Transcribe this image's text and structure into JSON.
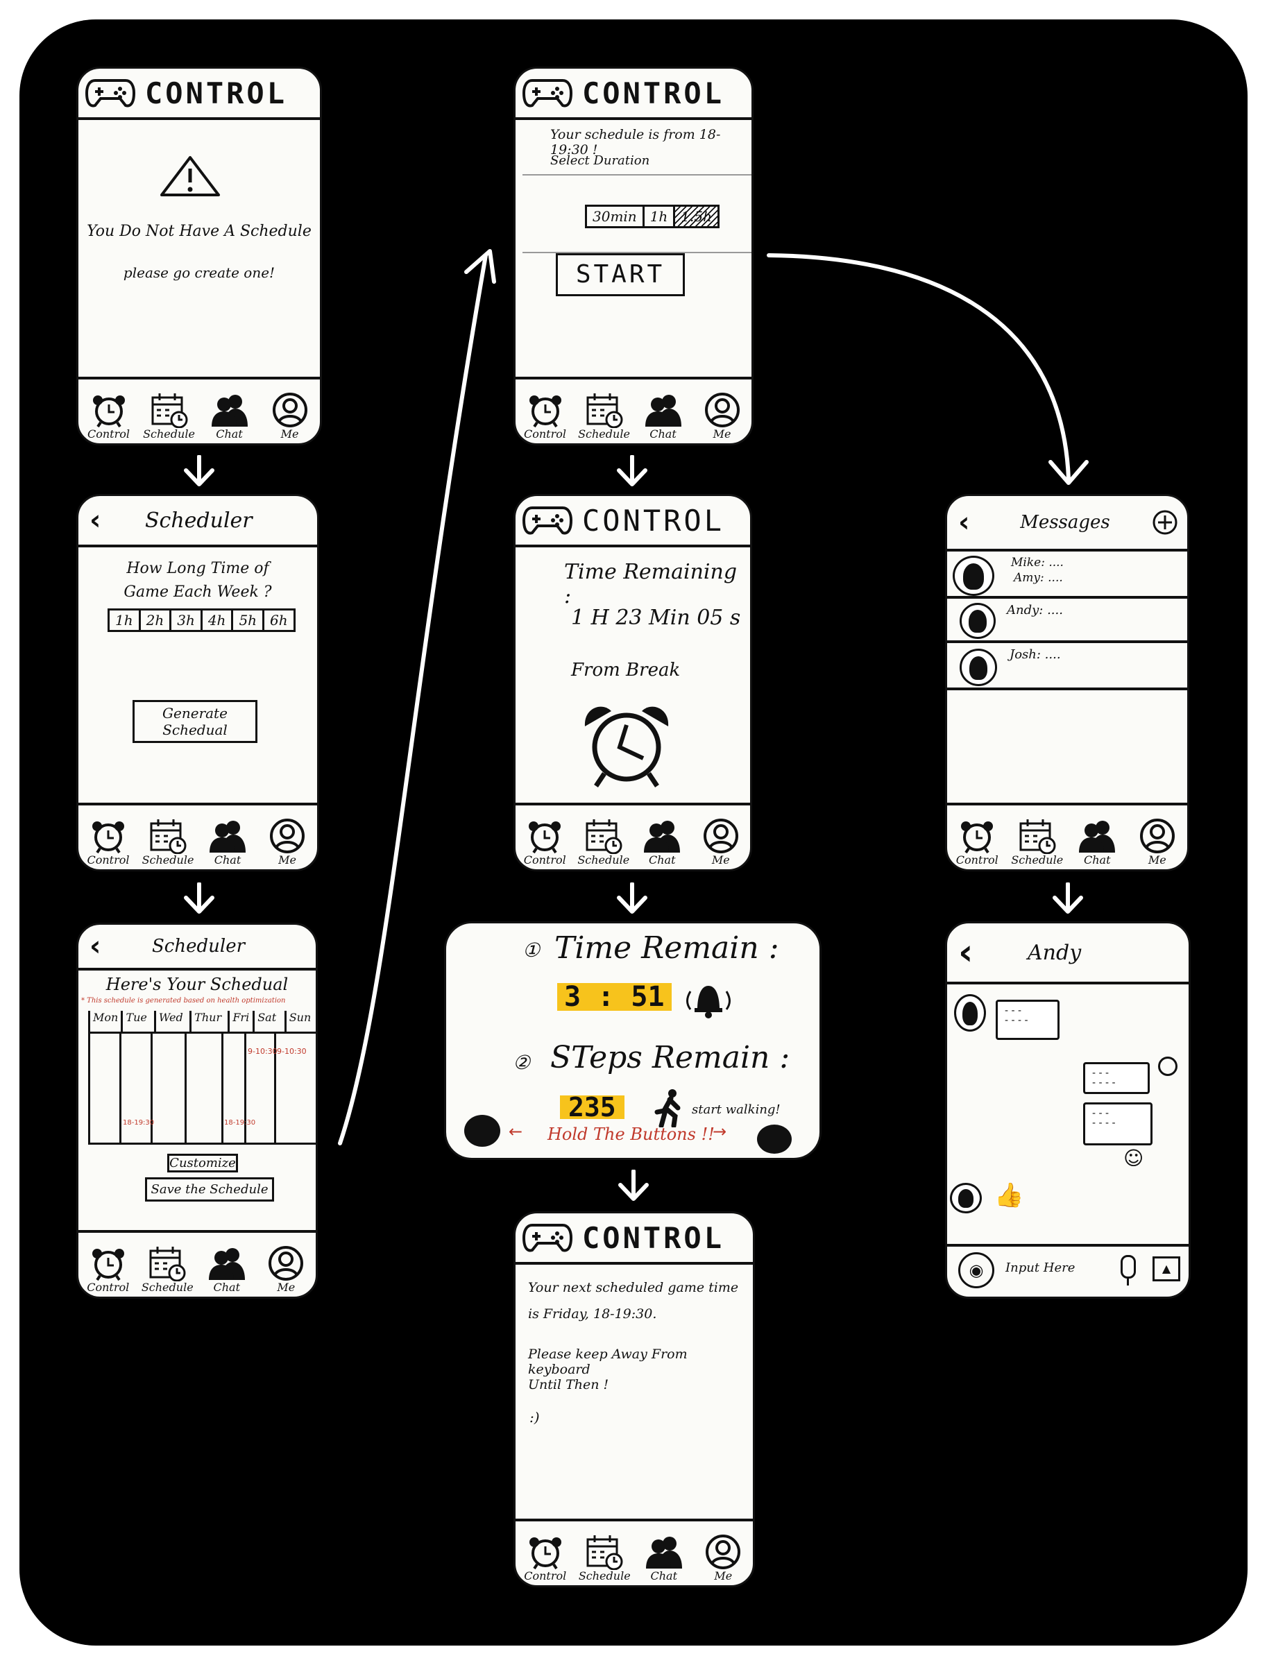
{
  "app_title": "CONTROL",
  "nav": {
    "control": "Control",
    "schedule": "Schedule",
    "chat": "Chat",
    "me": "Me"
  },
  "screen1": {
    "message": "You Do Not Have A Schedule",
    "sub": "please go create one!"
  },
  "screen2": {
    "title": "Scheduler",
    "question_line1": "How Long Time of",
    "question_line2": "Game Each Week ?",
    "options": [
      "1h",
      "2h",
      "3h",
      "4h",
      "5h",
      "6h"
    ],
    "button": "Generate Schedual"
  },
  "screen3": {
    "title": "Scheduler",
    "heading": "Here's Your Schedual",
    "note": "* This schedule is generated based on health optimization",
    "days": [
      "Mon",
      "Tue",
      "Wed",
      "Thur",
      "Fri",
      "Sat",
      "Sun"
    ],
    "slot_a": "9-10:30",
    "slot_b": "9-10:30",
    "slot_c": "18-19:30",
    "slot_d": "18-19:30",
    "customize": "Customize",
    "save": "Save the Schedule"
  },
  "screen4": {
    "line1": "Your schedule is from 18-19:30 !",
    "line2": "Select Duration",
    "durations": [
      "30min",
      "1h",
      "1.5h"
    ],
    "selected_duration": "1.5h",
    "start": "START"
  },
  "screen5": {
    "label": "Time Remaining :",
    "time": "1 H 23 Min 05 s",
    "from": "From Break"
  },
  "screen6": {
    "num1": "①",
    "time_label": "Time Remain :",
    "time_value": "3 : 51",
    "num2": "②",
    "steps_label": "STeps Remain :",
    "steps_value": "235",
    "walk": "start walking!",
    "hold": "Hold The Buttons !!"
  },
  "screen7": {
    "line1": "Your next scheduled game time",
    "line2": "is Friday, 18-19:30.",
    "line3": "Please keep Away From keyboard",
    "line4": "Until Then !",
    "line5": ":)"
  },
  "screen8": {
    "title": "Messages",
    "rows": [
      {
        "names": "Mike: ....",
        "names2": "Amy: ...."
      },
      {
        "names": "Andy: ....",
        "names2": ""
      },
      {
        "names": "Josh: ....",
        "names2": ""
      }
    ]
  },
  "screen9": {
    "title": "Andy",
    "input_placeholder": "Input Here"
  },
  "colors": {
    "background": "#000000",
    "screen": "#fbfbf8",
    "highlight": "#f7c31c",
    "annotation": "#c0392b"
  }
}
